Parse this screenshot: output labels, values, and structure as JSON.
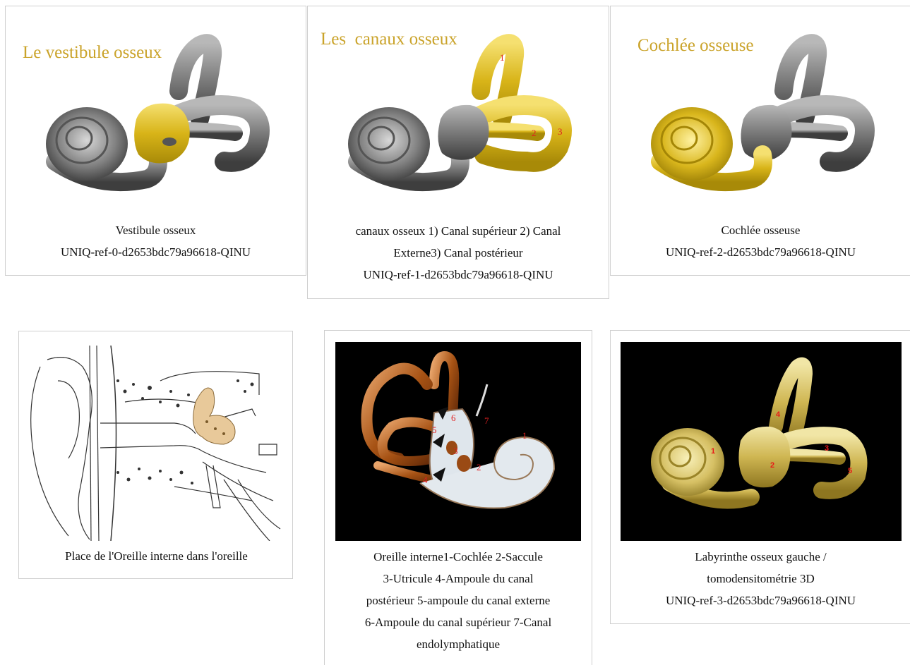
{
  "gallery": {
    "items": [
      {
        "overlay_title": "Le vestibule osseux",
        "caption": [
          "Vestibule osseux",
          "UNIQ-ref-0-d2653bdc79a96618-QINU"
        ]
      },
      {
        "overlay_title": "Les  canaux osseux",
        "labels": [
          "1",
          "2",
          "3"
        ],
        "caption": [
          "canaux osseux 1) Canal supérieur 2) Canal",
          "Externe3) Canal postérieur",
          "UNIQ-ref-1-d2653bdc79a96618-QINU"
        ]
      },
      {
        "overlay_title": "Cochlée osseuse",
        "caption": [
          "Cochlée osseuse",
          "UNIQ-ref-2-d2653bdc79a96618-QINU"
        ]
      },
      {
        "caption": [
          "Place de l'Oreille interne dans l'oreille"
        ]
      },
      {
        "labels": [
          "1",
          "2",
          "3",
          "4",
          "5",
          "6",
          "7"
        ],
        "caption": [
          "Oreille interne1-Cochlée 2-Saccule",
          "3-Utricule 4-Ampoule du canal",
          "postérieur 5-ampoule du canal externe",
          "6-Ampoule du canal supérieur 7-Canal",
          "endolymphatique"
        ]
      },
      {
        "labels": [
          "1",
          "2",
          "3",
          "4",
          "5"
        ],
        "caption": [
          "Labyrinthe osseux gauche /",
          "tomodensitométrie 3D",
          "UNIQ-ref-3-d2653bdc79a96618-QINU"
        ]
      }
    ]
  },
  "colors": {
    "highlight_yellow": "#d8b418",
    "title_gold": "#caa32a",
    "label_red": "#e02020",
    "bone_gray": "#8a8a8a"
  }
}
